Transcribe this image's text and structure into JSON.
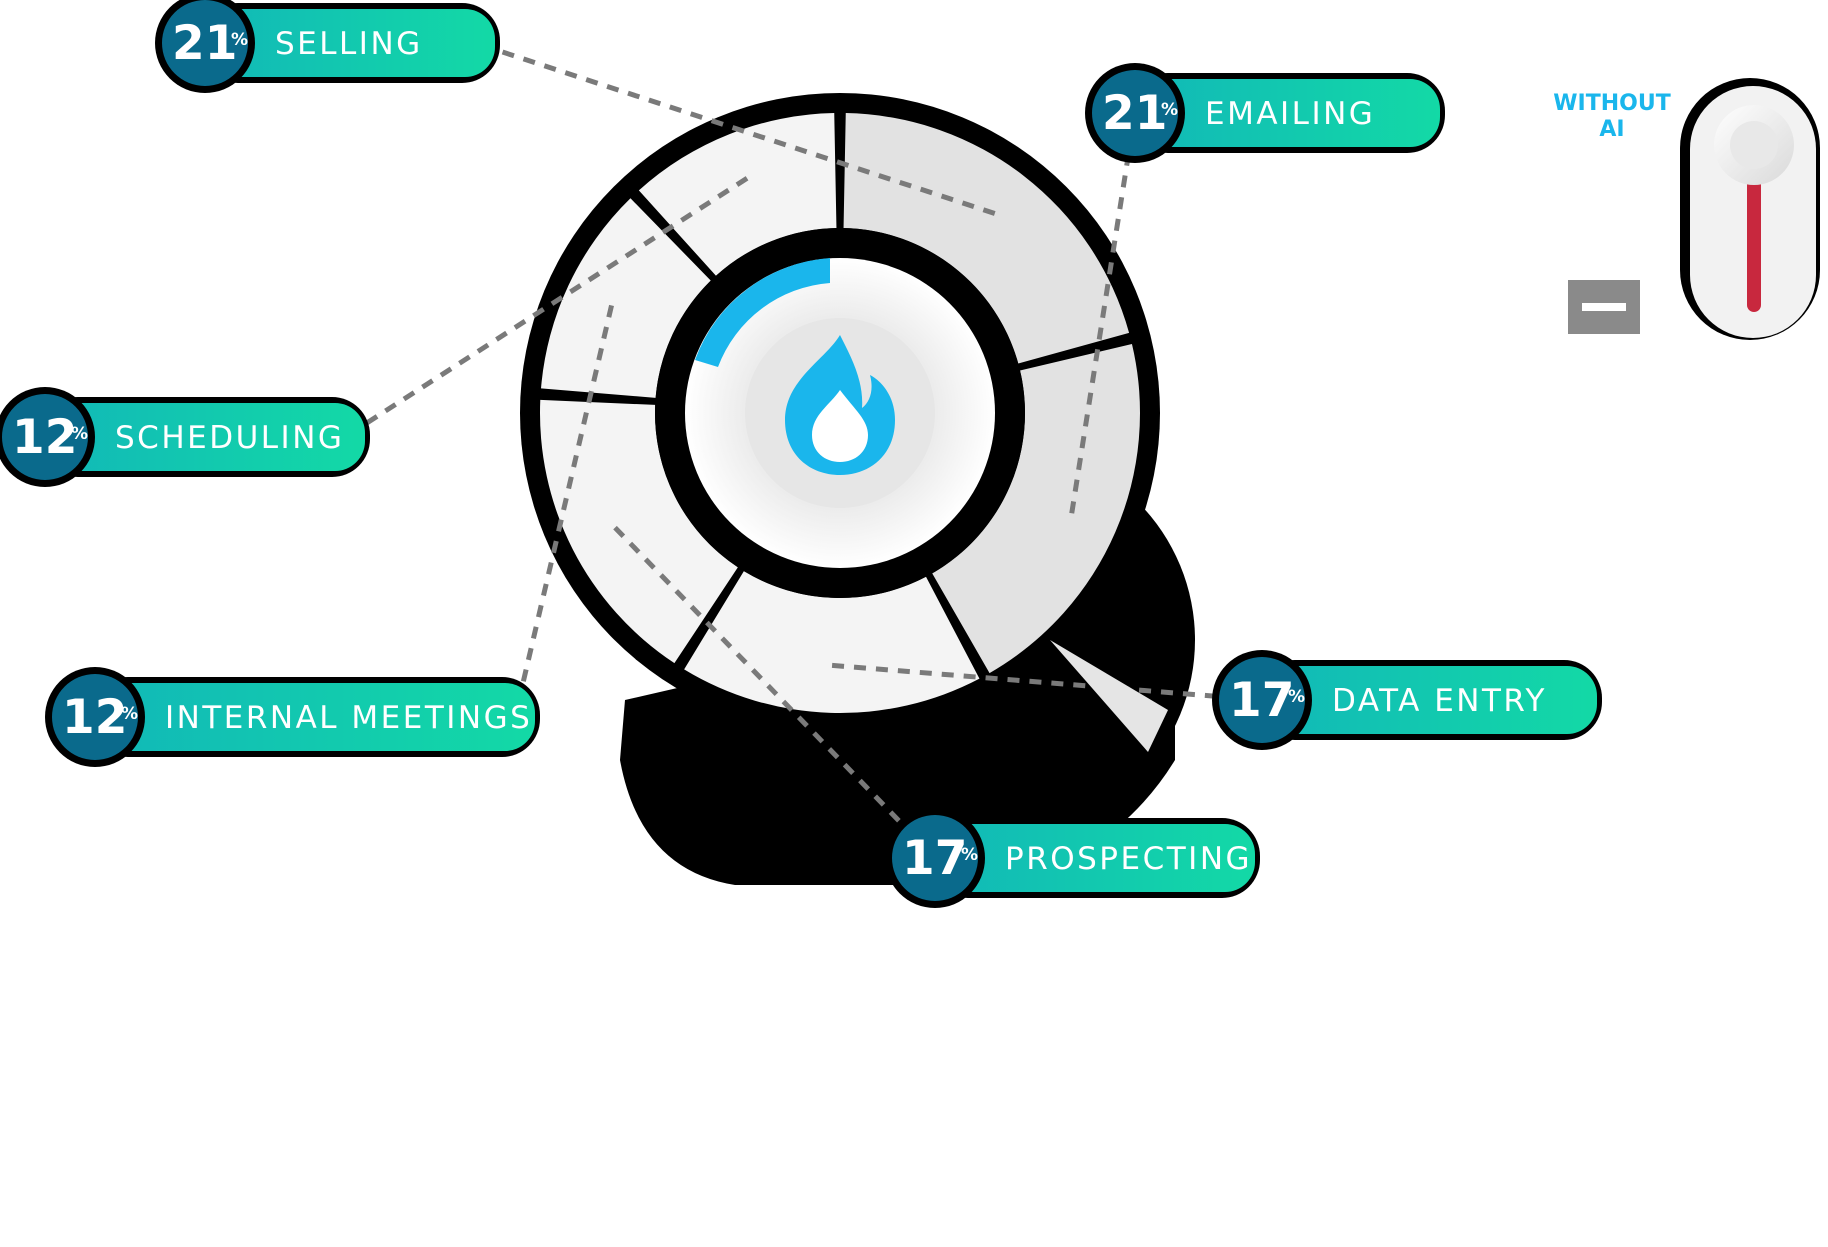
{
  "chart_data": {
    "type": "pie",
    "title": "",
    "unit": "%",
    "slices": [
      {
        "label": "SELLING",
        "value": 21
      },
      {
        "label": "EMAILING",
        "value": 21
      },
      {
        "label": "DATA ENTRY",
        "value": 17
      },
      {
        "label": "PROSPECTING",
        "value": 17
      },
      {
        "label": "INTERNAL MEETINGS",
        "value": 12
      },
      {
        "label": "SCHEDULING",
        "value": 12
      }
    ],
    "center_icon": "flame-icon",
    "colors": {
      "pill_start": "#11b8b8",
      "pill_end": "#13d9a6",
      "badge": "#0a6a8c",
      "accent": "#1ab6ec",
      "toggle_bar": "#c8283e"
    }
  },
  "toggle": {
    "label": "WITHOUT\nAI",
    "level": 1.0
  }
}
